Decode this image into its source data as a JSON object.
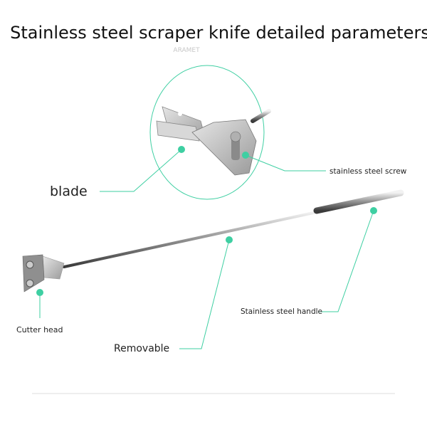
{
  "title": "Stainless steel scraper knife detailed parameters",
  "watermark": "ARAMET",
  "accent_color": "#3ecfa2",
  "labels": {
    "blade": "blade",
    "screw": "stainless steel screw",
    "handle": "Stainless steel handle",
    "cutter_head": "Cutter head",
    "removable": "Removable"
  }
}
